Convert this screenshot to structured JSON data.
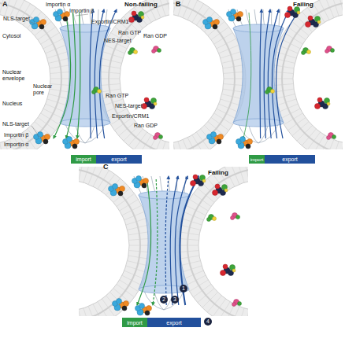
{
  "diagram": {
    "nodes": [
      {
        "text": [
          "import"
        ]
      },
      {
        "text": [
          "export"
        ]
      },
      {
        "text": [
          "import"
        ]
      },
      {
        "text": [
          "export"
        ]
      },
      {
        "text": [
          "import"
        ]
      },
      {
        "text": [
          "export"
        ]
      }
    ],
    "labels": [
      "A",
      "Non-failing",
      "NLS-target",
      "Importin α",
      "Importin β",
      "Exportin/CRM1",
      "Cytosol",
      "Ran GTP",
      "NES-target",
      "Ran GDP",
      "Nuclear envelope",
      "Nuclear pore",
      "Nucleus",
      "Ran GTP",
      "NES-target",
      "Exportin/CRM1",
      "Ran GDP",
      "NLS-target",
      "Importin β",
      "Importin α",
      "C",
      "B",
      "Failing",
      "Failing",
      "1",
      "2",
      "3",
      "4"
    ]
  }
}
